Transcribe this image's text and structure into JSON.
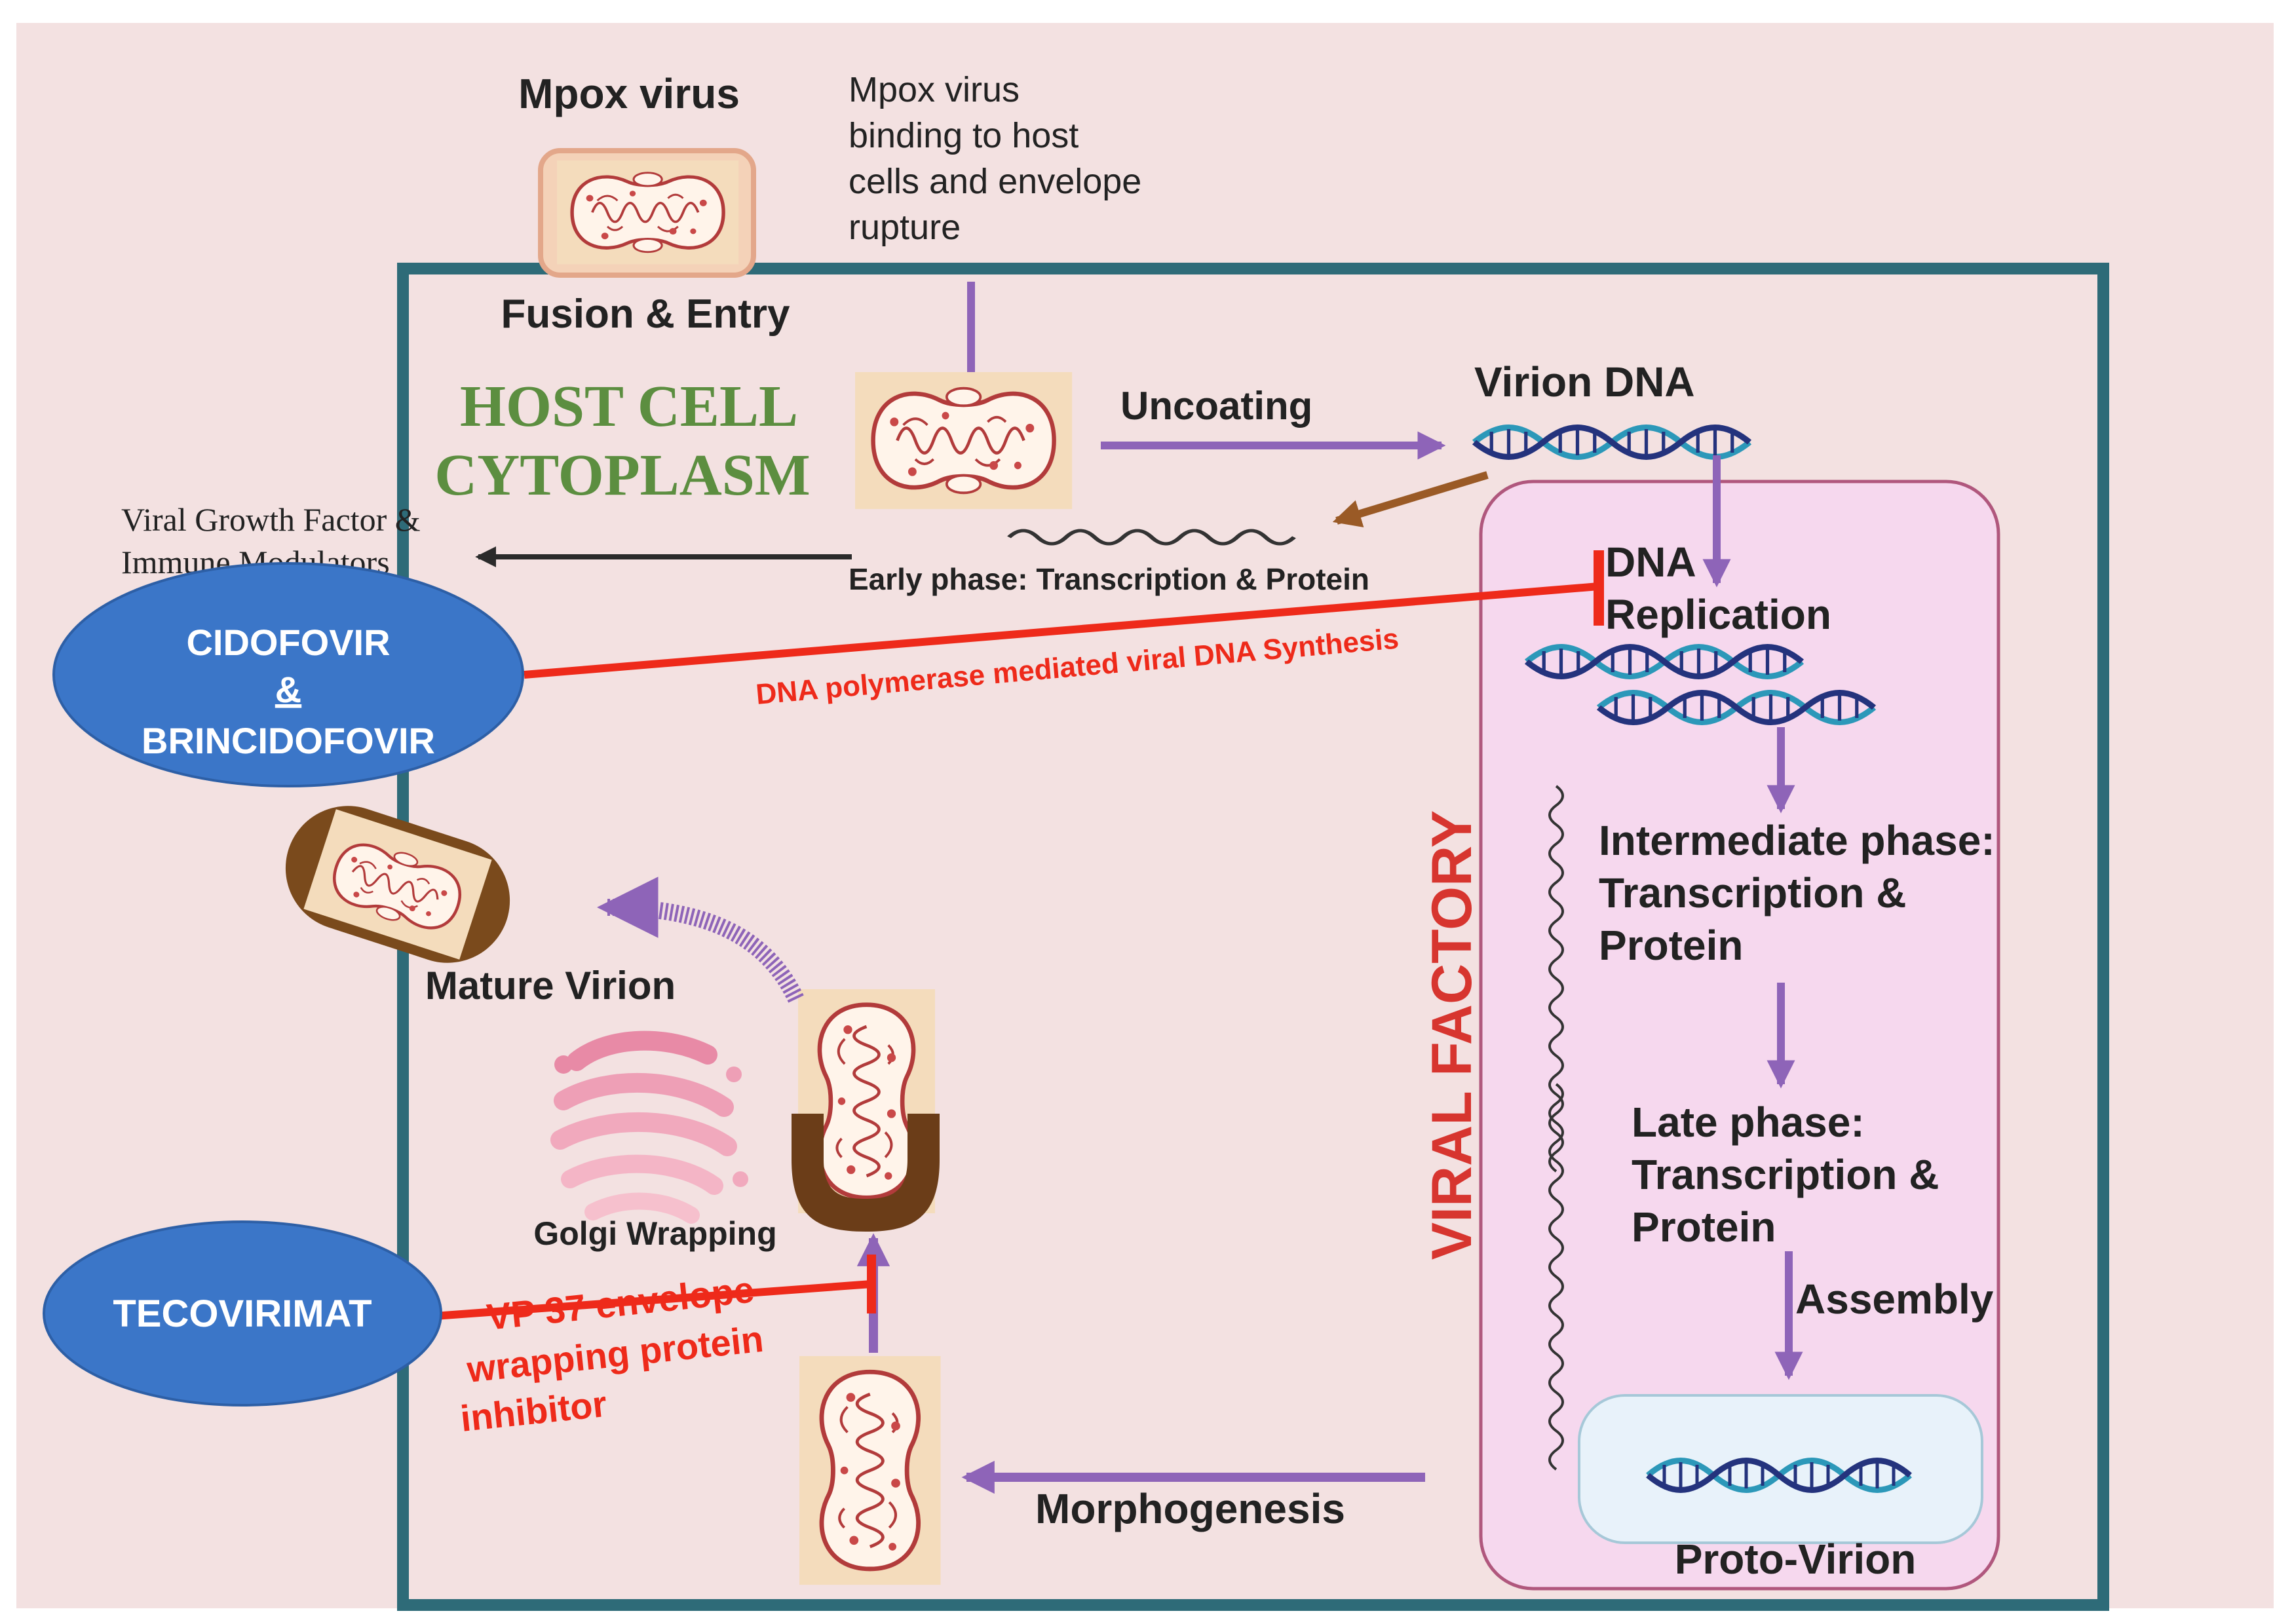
{
  "colors": {
    "background": "#f3e1e1",
    "cell_border": "#2e6b78",
    "factory_fill": "#f6d8ee",
    "factory_border": "#b0577d",
    "arrow_purple": "#8e64b8",
    "inhibit_red": "#ee2a1a",
    "drug_blue": "#3b76c8",
    "green_title": "#5c8e40",
    "red_title": "#d7352f",
    "dna_teal": "#2c98b9",
    "dna_navy": "#24337d"
  },
  "labels": {
    "mpox_virus": "Mpox virus",
    "binding": [
      "Mpox virus",
      "binding to host",
      "cells and envelope",
      "rupture"
    ],
    "fusion_entry": "Fusion & Entry",
    "host_cell": [
      "HOST CELL",
      "CYTOPLASM"
    ],
    "uncoating": "Uncoating",
    "virion_dna": "Virion DNA",
    "growth_factor": [
      "Viral Growth Factor &",
      "Immune Modulators"
    ],
    "early_phase": "Early phase: Transcription & Protein",
    "dna_replication": [
      "DNA",
      "Replication"
    ],
    "polymerase_note": "DNA polymerase mediated viral DNA Synthesis",
    "cidofovir": [
      "CIDOFOVIR",
      "&",
      "BRINCIDOFOVIR"
    ],
    "viral_factory": "VIRAL FACTORY",
    "intermediate_phase": [
      "Intermediate phase:",
      "Transcription &",
      "Protein"
    ],
    "late_phase": [
      "Late phase:",
      "Transcription &",
      "Protein"
    ],
    "assembly": "Assembly",
    "proto_virion": "Proto-Virion",
    "mature_virion": "Mature Virion",
    "golgi_wrapping": "Golgi Wrapping",
    "tecovirimat": "TECOVIRIMAT",
    "vp37_note": [
      "VP 37 envelope",
      "wrapping protein",
      "inhibitor"
    ],
    "morphogenesis": "Morphogenesis"
  },
  "icons": {
    "virus": "mpox-virion-icon",
    "dna": "dna-double-helix-icon",
    "mrna": "mrna-wave-icon",
    "golgi": "golgi-apparatus-icon"
  }
}
